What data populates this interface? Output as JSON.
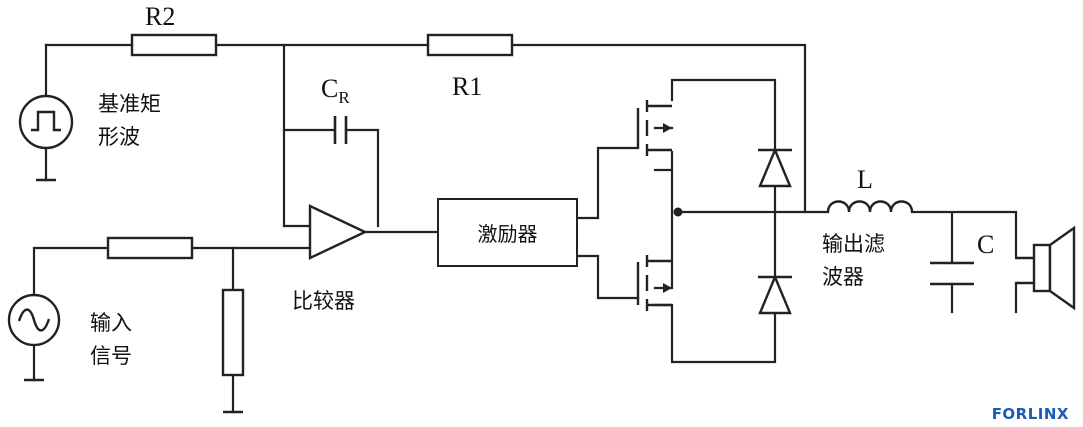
{
  "labels": {
    "r2": "R2",
    "r1": "R1",
    "cr_main": "C",
    "cr_sub": "R",
    "l": "L",
    "c": "C",
    "ref_square_line1": "基准矩",
    "ref_square_line2": "形波",
    "input_line1": "输入",
    "input_line2": "信号",
    "comparator": "比较器",
    "driver": "激励器",
    "filter_line1": "输出滤",
    "filter_line2": "波器"
  },
  "watermark": "FORLINX"
}
